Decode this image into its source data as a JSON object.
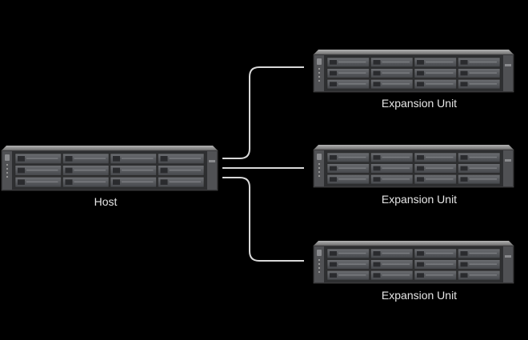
{
  "diagram": {
    "host": {
      "label": "Host",
      "bays": 12
    },
    "expansion_units": [
      {
        "label": "Expansion Unit",
        "bays": 12
      },
      {
        "label": "Expansion Unit",
        "bays": 12
      },
      {
        "label": "Expansion Unit",
        "bays": 12
      }
    ],
    "colors": {
      "background": "#000000",
      "cable": "#d9d9d9",
      "chassis_top": "#9a9a9a",
      "chassis": "#3a3a3a",
      "bay": "#5b5d61",
      "label": "#e6e6e6"
    },
    "connections": [
      {
        "from": "host",
        "to": "expansion-unit-1"
      },
      {
        "from": "host",
        "to": "expansion-unit-2"
      },
      {
        "from": "host",
        "to": "expansion-unit-3"
      }
    ]
  }
}
